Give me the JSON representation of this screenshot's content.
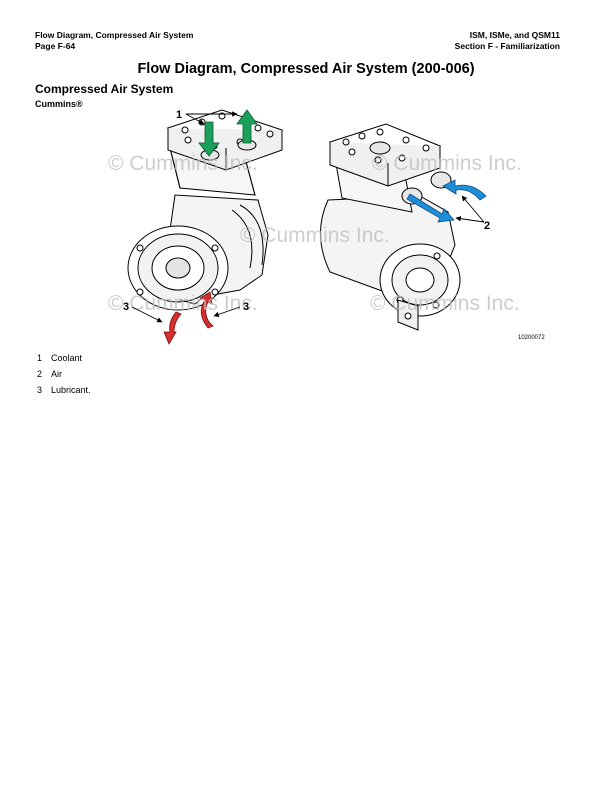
{
  "header": {
    "left_line1": "Flow Diagram, Compressed Air System",
    "left_line2": "Page F-64",
    "right_line1": "ISM, ISMe, and QSM11",
    "right_line2": "Section F - Familiarization"
  },
  "page_title": "Flow Diagram, Compressed Air System (200-006)",
  "section": {
    "title": "Compressed Air System",
    "subtitle": "Cummins®"
  },
  "figure": {
    "watermark": "© Cummins Inc.",
    "callouts": [
      "1",
      "2",
      "3",
      "3"
    ],
    "figure_id": "10200072",
    "colors": {
      "coolant": "#1aa05a",
      "air": "#1e8ed8",
      "lubricant": "#d42e2e"
    }
  },
  "legend": [
    {
      "number": "1",
      "label": "Coolant"
    },
    {
      "number": "2",
      "label": "Air"
    },
    {
      "number": "3",
      "label": "Lubricant."
    }
  ]
}
